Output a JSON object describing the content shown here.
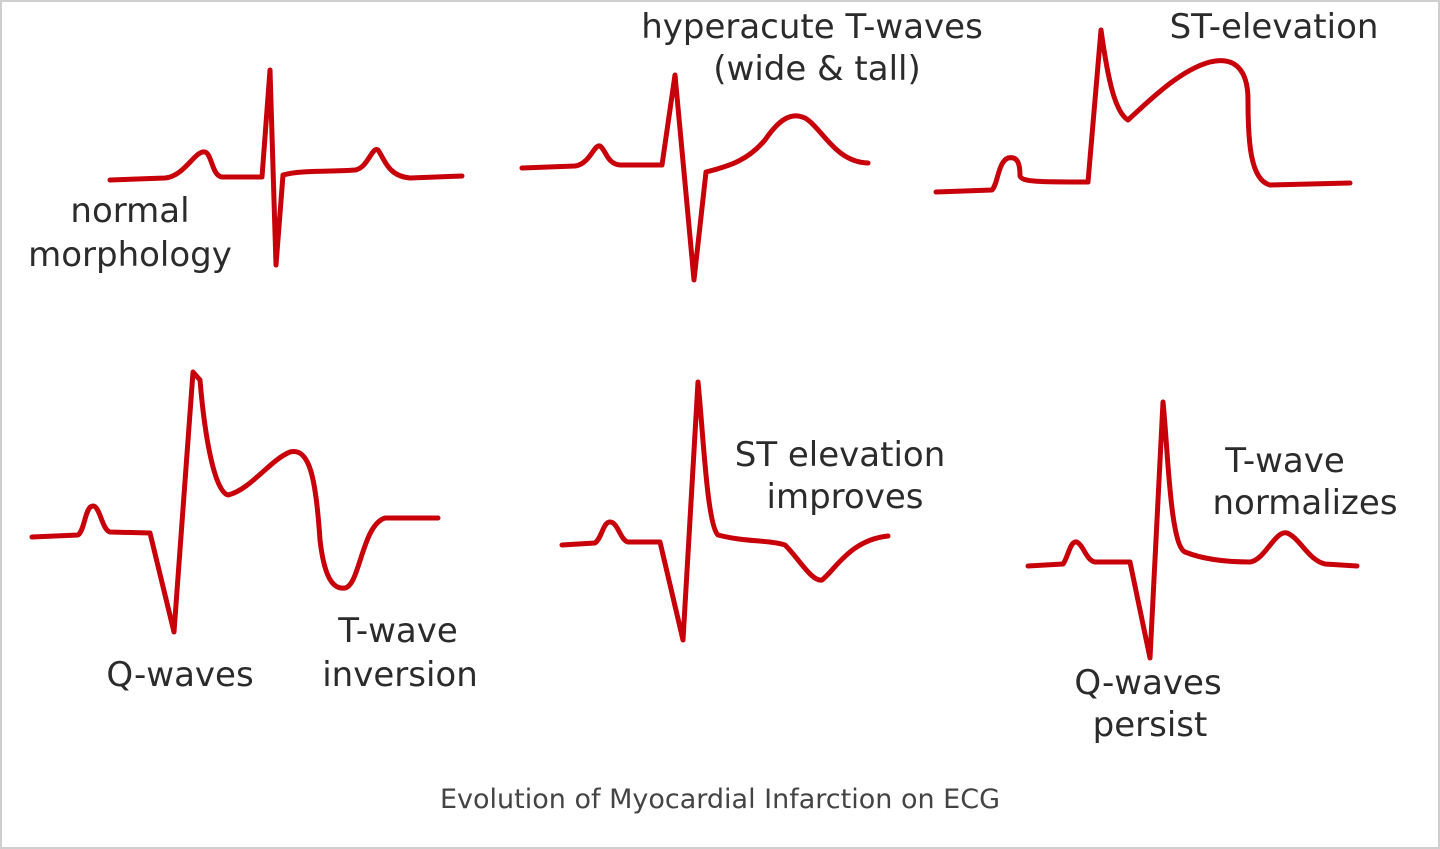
{
  "colors": {
    "trace": "#c8000a",
    "text": "#2b2b2b",
    "caption": "#444444",
    "border": "#cfcfcf"
  },
  "panels": [
    {
      "id": "normal",
      "lines": [
        "normal",
        "morphology"
      ]
    },
    {
      "id": "hyperacute",
      "lines": [
        "hyperacute T-waves",
        "(wide & tall)"
      ]
    },
    {
      "id": "st-elevation",
      "lines": [
        "ST-elevation"
      ]
    },
    {
      "id": "q-waves",
      "lines": [
        "Q-waves"
      ],
      "lines2": [
        "T-wave",
        "inversion"
      ]
    },
    {
      "id": "st-improves",
      "lines": [
        "ST elevation",
        "improves"
      ]
    },
    {
      "id": "late",
      "lines": [
        "T-wave",
        "normalizes"
      ],
      "lines2": [
        "Q-waves",
        "persist"
      ]
    }
  ],
  "caption": "Evolution of Myocardial Infarction on ECG"
}
